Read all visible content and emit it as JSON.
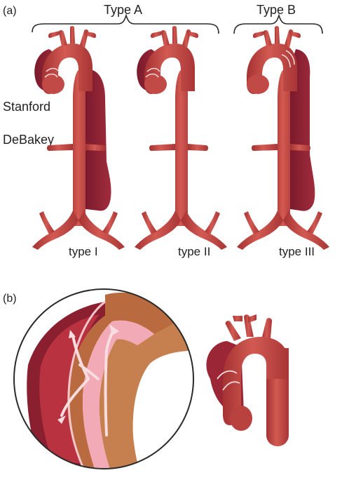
{
  "panel_a": {
    "label": "(a)",
    "group_type_a": "Type A",
    "group_type_b": "Type B",
    "row_stanford": "Stanford",
    "row_debakey": "DeBakey",
    "aortas": [
      {
        "caption": "type I"
      },
      {
        "caption": "type II"
      },
      {
        "caption": "type III"
      }
    ]
  },
  "panel_b": {
    "label": "(b)"
  },
  "colors": {
    "vessel": "#c74545",
    "vessel_highlight": "#e07a72",
    "false_lumen": "#8e2235",
    "intima": "#f4c0c8",
    "arrow": "#f8d6dc",
    "wall_tan": "#c07a4a",
    "outline": "#2a2a2a"
  }
}
